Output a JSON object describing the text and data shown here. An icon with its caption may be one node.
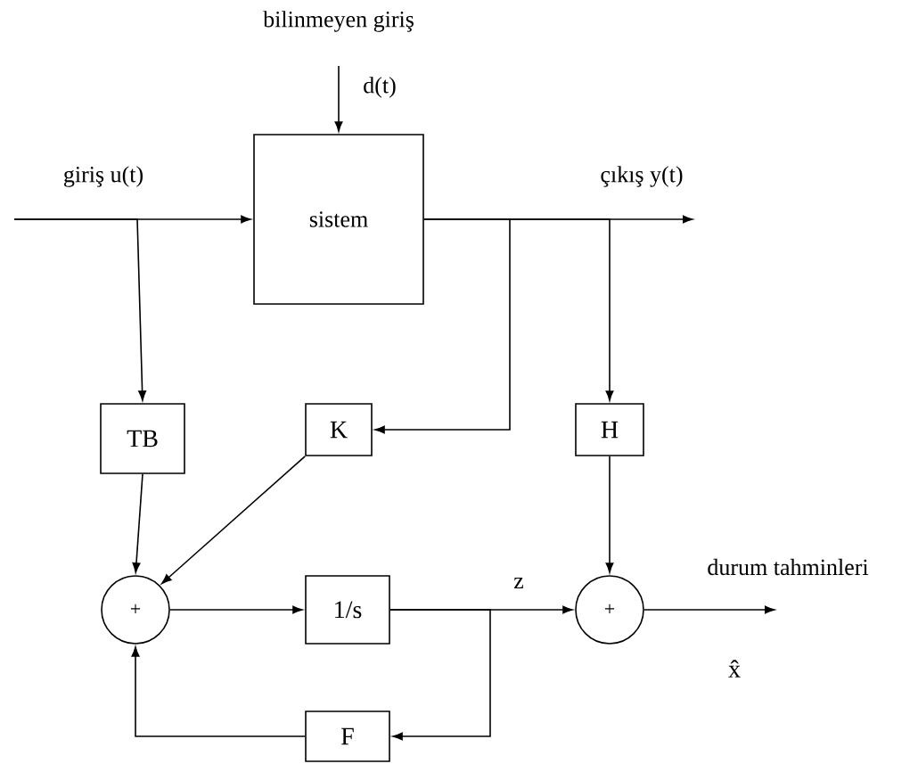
{
  "diagram": {
    "nodes": [
      {
        "text": [
          "sistem"
        ]
      },
      {
        "text": [
          "TB"
        ]
      },
      {
        "text": [
          "K"
        ]
      },
      {
        "text": [
          "H"
        ]
      },
      {
        "text": [
          "+"
        ]
      },
      {
        "text": [
          "1/s"
        ]
      },
      {
        "text": [
          "+"
        ]
      },
      {
        "text": [
          "F"
        ]
      }
    ],
    "edges": [
      {
        "from": null,
        "to": 0,
        "arrow": "to",
        "label": "giriş u(t)"
      },
      {
        "from": null,
        "to": 1,
        "arrow": "to"
      },
      {
        "from": null,
        "to": 0,
        "arrow": "to",
        "label": "d(t)"
      },
      {
        "from": 0,
        "to": null,
        "arrow": "to",
        "label": "çıkış y(t)"
      },
      {
        "from": 0,
        "to": 2,
        "arrow": "to"
      },
      {
        "from": 0,
        "to": 3,
        "arrow": "to"
      },
      {
        "from": 1,
        "to": 4,
        "arrow": "to"
      },
      {
        "from": 2,
        "to": 4,
        "arrow": "to"
      },
      {
        "from": 3,
        "to": 6,
        "arrow": "to"
      },
      {
        "from": 4,
        "to": 5,
        "arrow": "to"
      },
      {
        "from": 5,
        "to": 6,
        "arrow": "to",
        "label": "z"
      },
      {
        "from": 5,
        "to": 7,
        "arrow": "to"
      },
      {
        "from": 7,
        "to": 4,
        "arrow": "to"
      },
      {
        "from": 6,
        "to": null,
        "arrow": "to",
        "label": "durum tahminleri"
      }
    ],
    "labels": [
      "bilinmeyen giriş",
      "x̂"
    ]
  }
}
